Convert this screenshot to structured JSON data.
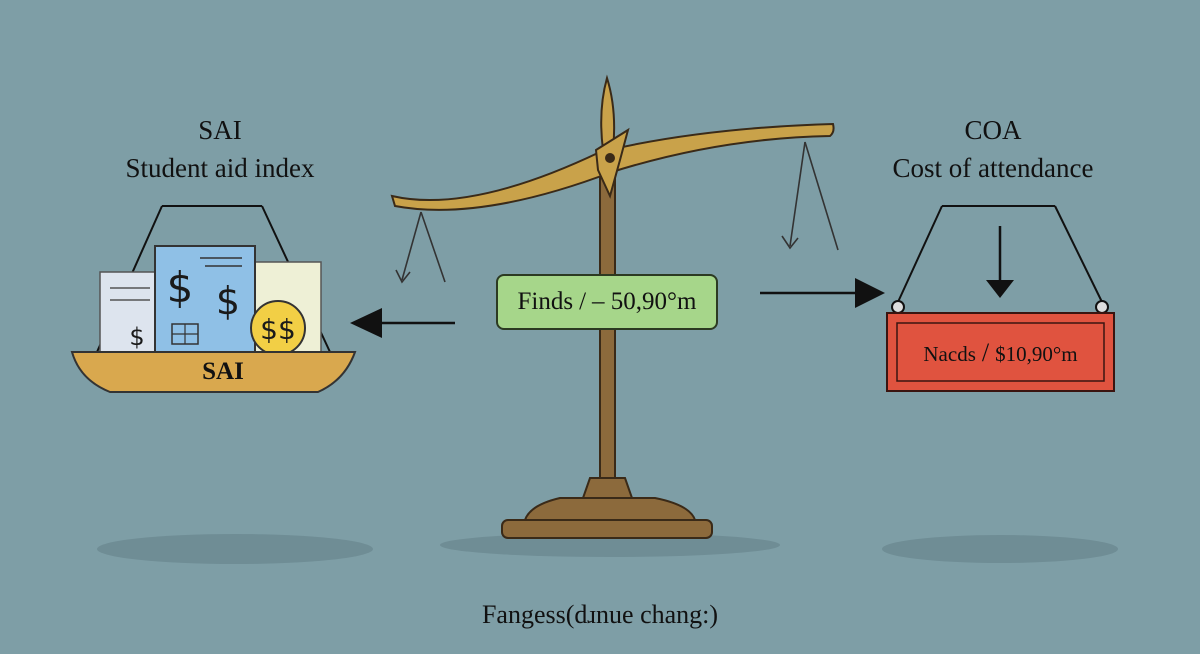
{
  "left_panel": {
    "abbr": "SAI",
    "title": "Student aid index",
    "tray_label": "SAI",
    "dollar_glyph": "$",
    "coin_text": "$$"
  },
  "right_panel": {
    "abbr": "COA",
    "title": "Cost of attendance",
    "sign_left": "Nacds",
    "sign_right": "$10,90°m"
  },
  "center_sign": {
    "left": "Finds",
    "right": "– 50,90°m"
  },
  "footer_caption": "Fangess(dɹnue chang:)",
  "colors": {
    "background": "#7e9ea6",
    "scale_brass": "#c9a24a",
    "scale_pole": "#8c6a3c",
    "green_sign": "#a6d68a",
    "red_sign": "#e0533f",
    "tray": "#d9a84e",
    "doc_blue": "#8fc0e6",
    "coin": "#f2cf45"
  },
  "icons": [
    "balance-scale-icon",
    "dollar-document-icon",
    "coin-icon",
    "arrow-left-icon",
    "arrow-right-icon",
    "arrow-down-icon"
  ]
}
